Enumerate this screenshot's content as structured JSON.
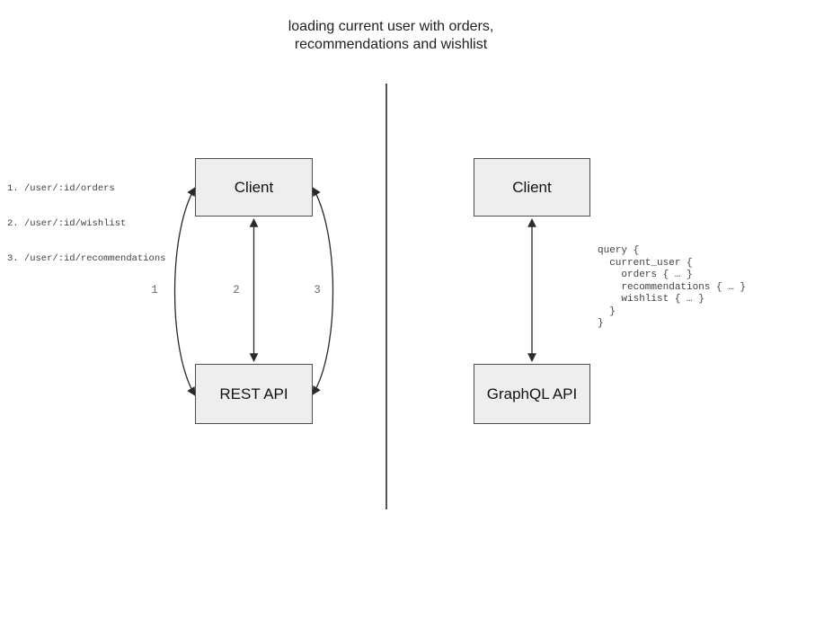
{
  "title": "loading current user with orders,\nrecommendations and wishlist",
  "colors": {
    "box_fill": "#eeeeee",
    "box_border": "#4d4d4d",
    "arrow": "#2a2a2a",
    "arrow_label": "#6e6e6e",
    "code_text": "#414141",
    "divider": "#555555"
  },
  "rest_side": {
    "client_label": "Client",
    "api_label": "REST API",
    "endpoints": [
      "1. /user/:id/orders",
      "2. /user/:id/wishlist",
      "3. /user/:id/recommendations"
    ],
    "arrow_labels": [
      "1",
      "2",
      "3"
    ]
  },
  "graphql_side": {
    "client_label": "Client",
    "api_label": "GraphQL API",
    "query": "query {\n  current_user {\n    orders { … }\n    recommendations { … }\n    wishlist { … }\n  }\n}"
  }
}
